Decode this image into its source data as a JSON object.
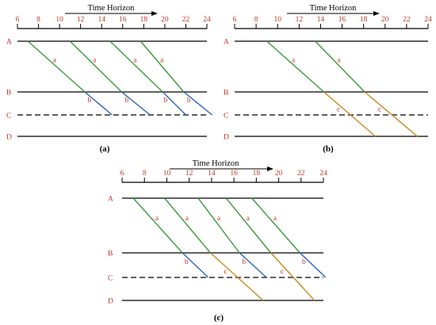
{
  "colors": {
    "green": "#3a9a3a",
    "blue": "#2f63b8",
    "orange": "#c98a1e",
    "red_text": "#c0392b",
    "line": "#000000"
  },
  "ticks": [
    "6",
    "8",
    "10",
    "12",
    "14",
    "16",
    "18",
    "20",
    "22",
    "24"
  ],
  "time_min": 6,
  "time_max": 24,
  "time_horizon_label": "Time Horizon",
  "station_labels": [
    "A",
    "B",
    "C",
    "D"
  ],
  "panels": [
    {
      "id": "a",
      "caption": "(a)",
      "trips": [
        {
          "times": [
            7,
            12.4,
            15
          ],
          "labels": [
            "a",
            "b"
          ],
          "colors": [
            "green",
            "blue"
          ]
        },
        {
          "times": [
            11,
            15.9,
            18.6
          ],
          "labels": [
            "a",
            "b"
          ],
          "colors": [
            "green",
            "blue"
          ]
        },
        {
          "times": [
            14.8,
            19.8,
            22
          ],
          "labels": [
            "a",
            "b"
          ],
          "colors": [
            "green",
            "blue"
          ]
        },
        {
          "times": [
            17.7,
            21.8,
            24.5
          ],
          "labels": [
            "a",
            "b"
          ],
          "colors": [
            "green",
            "blue"
          ]
        }
      ]
    },
    {
      "id": "b",
      "caption": "(b)",
      "trips": [
        {
          "times": [
            9,
            14.3,
            19.1
          ],
          "labels": [
            "a",
            "c"
          ],
          "colors": [
            "green",
            "orange"
          ]
        },
        {
          "times": [
            13.5,
            18.1,
            23
          ],
          "labels": [
            "a",
            "c"
          ],
          "colors": [
            "green",
            "orange"
          ]
        }
      ]
    },
    {
      "id": "c",
      "caption": "(c)",
      "trips": [
        {
          "times": [
            7,
            11.4,
            13.7
          ],
          "labels": [
            "a",
            "b"
          ],
          "colors": [
            "green",
            "blue"
          ]
        },
        {
          "times": [
            9.8,
            13.9,
            18.6
          ],
          "labels": [
            "a",
            "c"
          ],
          "colors": [
            "green",
            "orange"
          ]
        },
        {
          "times": [
            12.8,
            16.5,
            18.9
          ],
          "labels": [
            "a",
            "b"
          ],
          "colors": [
            "green",
            "blue"
          ]
        },
        {
          "times": [
            15.3,
            19.3,
            23.2
          ],
          "labels": [
            "a",
            "c"
          ],
          "colors": [
            "green",
            "orange"
          ]
        },
        {
          "times": [
            17.6,
            21.9,
            24.2
          ],
          "labels": [
            "a",
            "b"
          ],
          "colors": [
            "green",
            "blue"
          ]
        }
      ]
    }
  ]
}
